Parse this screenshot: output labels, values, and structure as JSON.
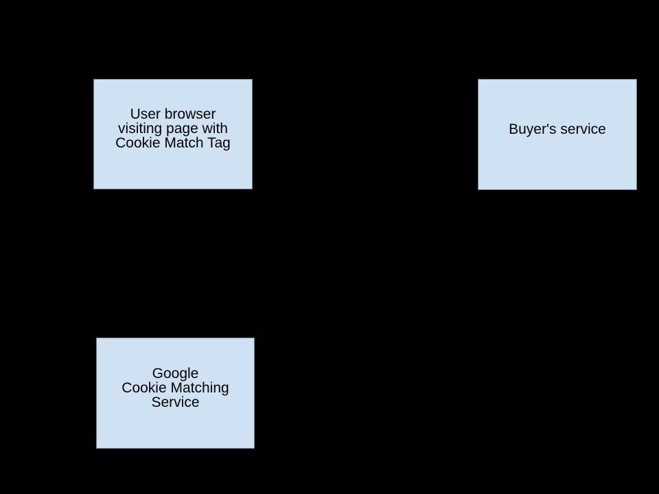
{
  "diagram": {
    "background_color": "#000000",
    "node_fill_color": "#cfe2f3",
    "node_border_color": "#6e7b87",
    "node_text_color": "#000000",
    "nodes": [
      {
        "id": "user-browser",
        "lines": {
          "0": "User browser",
          "1": "visiting page with",
          "2": "Cookie Match Tag"
        }
      },
      {
        "id": "buyers-service",
        "lines": {
          "0": "Buyer's service"
        }
      },
      {
        "id": "google-cookie-matching-service",
        "lines": {
          "0": "Google",
          "1": "Cookie Matching",
          "2": "Service"
        }
      }
    ]
  }
}
